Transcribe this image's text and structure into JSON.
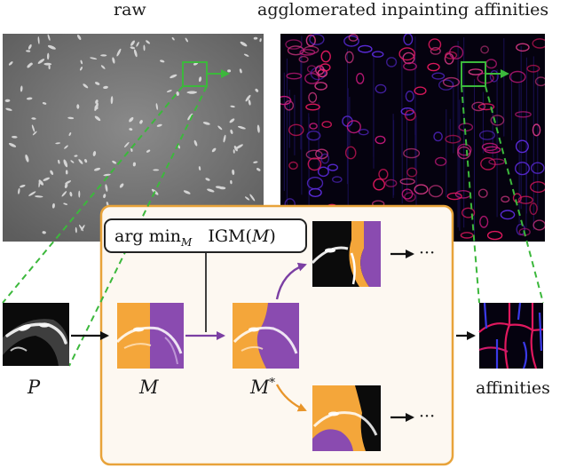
{
  "titles": {
    "left": "raw",
    "right": "agglomerated inpainting affinities"
  },
  "formula": {
    "argmin": "arg min",
    "subscript": "M",
    "objective": "IGM(",
    "objective_var": "M",
    "objective_close": ")"
  },
  "labels": {
    "patch": "P",
    "mask": "M",
    "optimal_mask": "M",
    "optimal_superscript": "*",
    "affinities": "affinities"
  },
  "ellipsis": "···",
  "colors": {
    "orange_mask": "#f4a63a",
    "purple_mask": "#8a4bb0",
    "panel_border": "#e8a33a",
    "panel_fill": "#fdf8f1",
    "green_zoom": "#2e9e2e",
    "arrow_purple": "#7b3fa3",
    "arrow_orange": "#e8952a"
  }
}
